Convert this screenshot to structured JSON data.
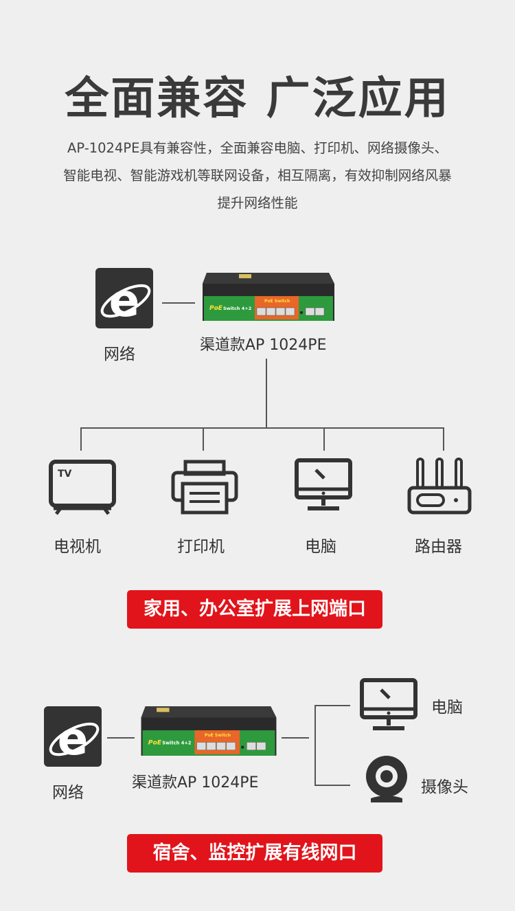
{
  "header": {
    "title": "全面兼容 广泛应用",
    "desc_lines": [
      "AP-1024PE具有兼容性，全面兼容电脑、打印机、网络摄像头、",
      "智能电视、智能游戏机等联网设备，相互隔离，有效抑制网络风暴",
      "提升网络性能"
    ]
  },
  "diagram1": {
    "network_label": "网络",
    "switch_model": "渠道款AP 1024PE",
    "switch_text": {
      "poe": "PoE",
      "switch": "Switch 4+2",
      "badge": "PoE Switch"
    },
    "devices": [
      {
        "label": "电视机",
        "icon": "tv-icon",
        "tv_text": "TV"
      },
      {
        "label": "打印机",
        "icon": "printer-icon"
      },
      {
        "label": "电脑",
        "icon": "computer-icon"
      },
      {
        "label": "路由器",
        "icon": "router-icon"
      }
    ],
    "banner": "家用、办公室扩展上网端口"
  },
  "diagram2": {
    "network_label": "网络",
    "switch_model": "渠道款AP 1024PE",
    "switch_text": {
      "poe": "PoE",
      "switch": "Switch 4+2",
      "badge": "PoE Switch"
    },
    "devices": [
      {
        "label": "电脑",
        "icon": "computer-icon"
      },
      {
        "label": "摄像头",
        "icon": "webcam-icon"
      }
    ],
    "banner": "宿舍、监控扩展有线网口"
  },
  "colors": {
    "background": "#efefef",
    "banner_red": "#e1141b",
    "switch_green": "#2e9a3e",
    "switch_orange": "#e8662a",
    "icon_dark": "#333333"
  }
}
